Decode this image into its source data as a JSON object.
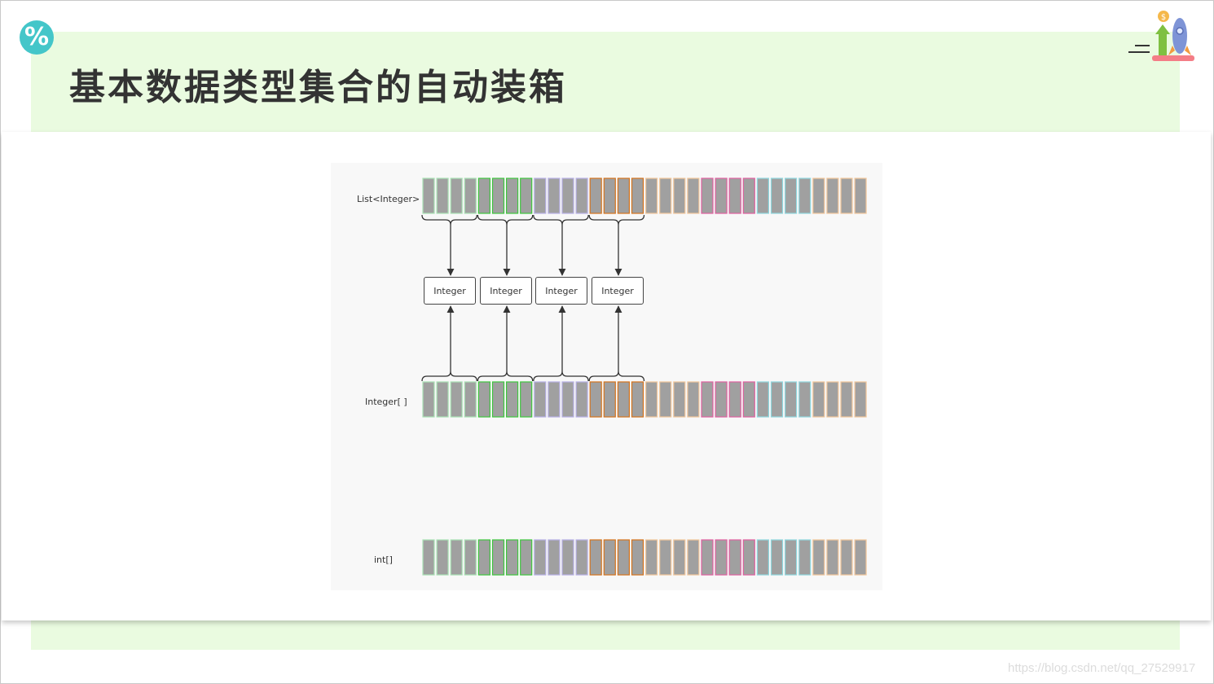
{
  "slide": {
    "badge_icon": "percent-icon",
    "badge_text": "%",
    "title": "基本数据类型集合的自动装箱",
    "menu_icon": "menu-lines-icon",
    "logo_icon": "rocket-growth-icon",
    "watermark": "https://blog.csdn.net/qq_27529917"
  },
  "colors": {
    "band": "#eafbe0",
    "badge": "#44c6c9",
    "cell_fill": "#a0a0a0",
    "group_borders": [
      "#a8e2b4",
      "#3ec63e",
      "#b7b0e6",
      "#d5731c",
      "#f2c69a",
      "#e060a0",
      "#8fd8df",
      "#f2c69a"
    ]
  },
  "diagram": {
    "rows": [
      {
        "label": "List<Integer>"
      },
      {
        "label": "Integer[ ]"
      },
      {
        "label": "int[]"
      }
    ],
    "boxes": [
      {
        "label": "Integer"
      },
      {
        "label": "Integer"
      },
      {
        "label": "Integer"
      },
      {
        "label": "Integer"
      }
    ]
  }
}
